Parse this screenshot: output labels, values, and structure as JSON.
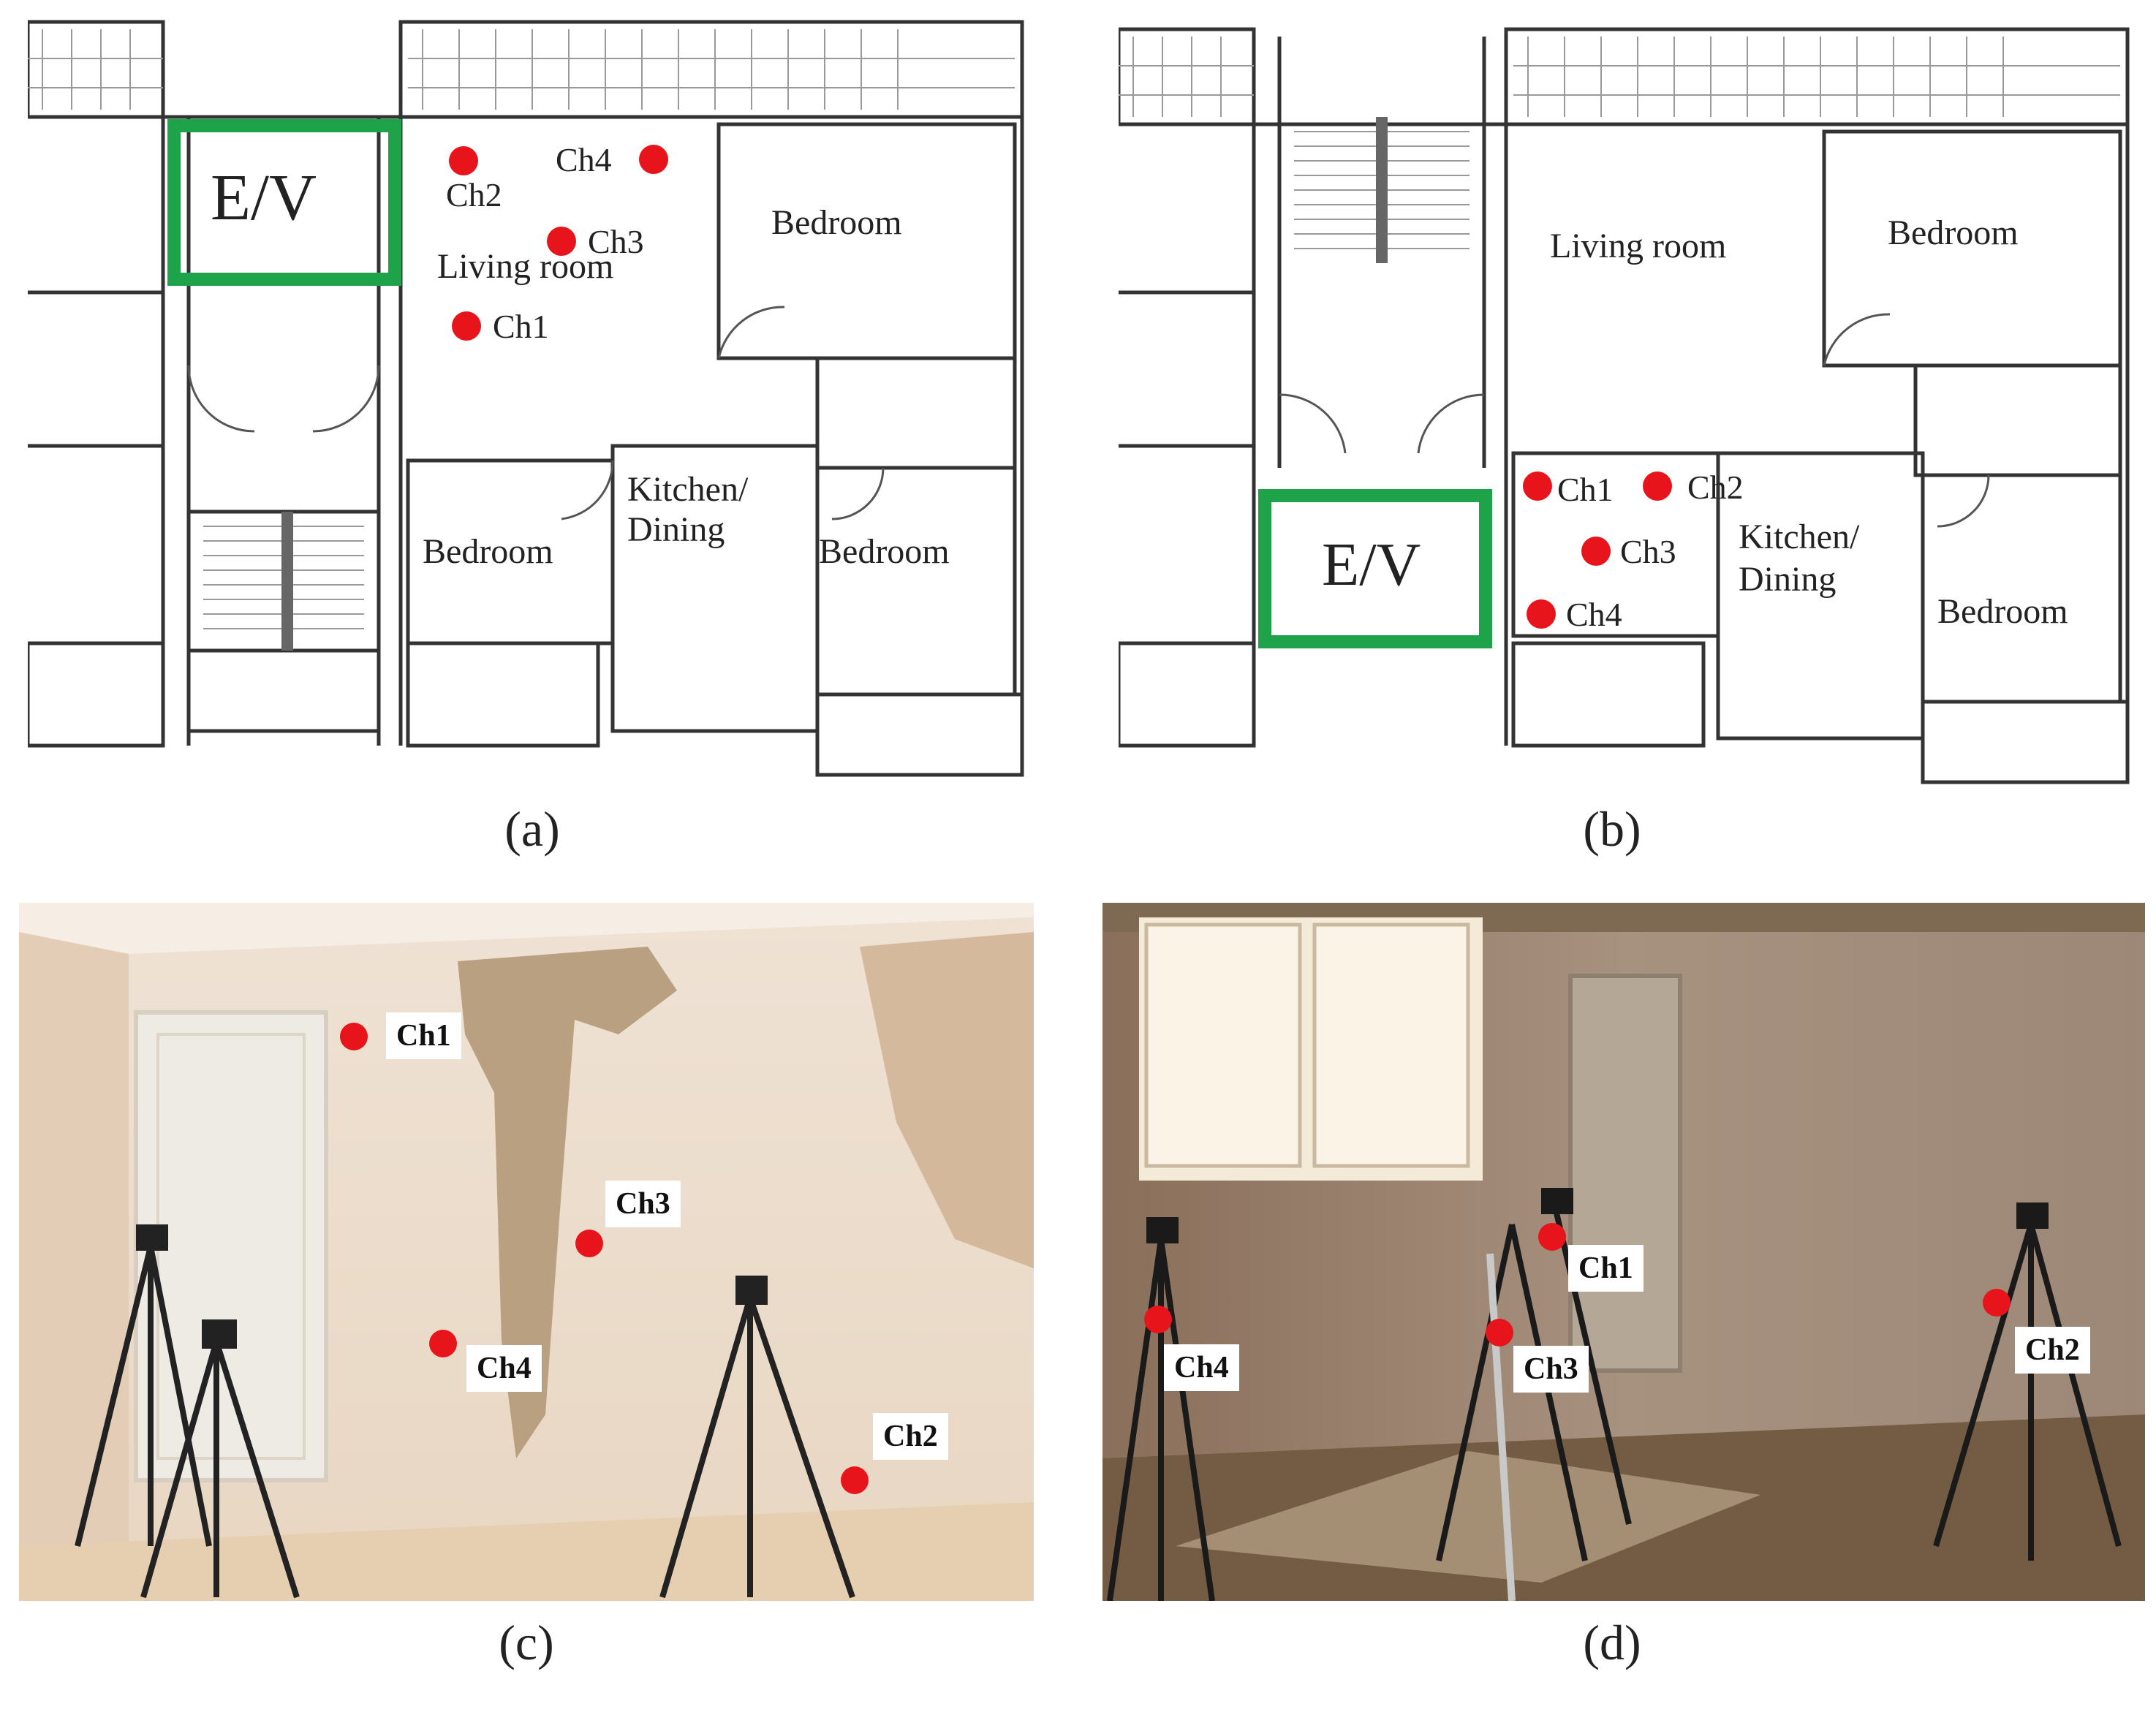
{
  "panels": {
    "a": {
      "caption": "(a)",
      "ev_label": "E/V",
      "rooms": {
        "living_room": "Living room",
        "bedroom_top": "Bedroom",
        "bedroom_left": "Bedroom",
        "bedroom_right": "Bedroom",
        "kitchen_line1": "Kitchen/",
        "kitchen_line2": "Dining"
      },
      "channels": {
        "ch1": "Ch1",
        "ch2": "Ch2",
        "ch3": "Ch3",
        "ch4": "Ch4"
      }
    },
    "b": {
      "caption": "(b)",
      "ev_label": "E/V",
      "rooms": {
        "living_room": "Living room",
        "bedroom_top": "Bedroom",
        "bedroom_right": "Bedroom",
        "kitchen_line1": "Kitchen/",
        "kitchen_line2": "Dining"
      },
      "channels": {
        "ch1": "Ch1",
        "ch2": "Ch2",
        "ch3": "Ch3",
        "ch4": "Ch4"
      }
    },
    "c": {
      "caption": "(c)",
      "channels": {
        "ch1": "Ch1",
        "ch2": "Ch2",
        "ch3": "Ch3",
        "ch4": "Ch4"
      }
    },
    "d": {
      "caption": "(d)",
      "channels": {
        "ch1": "Ch1",
        "ch2": "Ch2",
        "ch3": "Ch3",
        "ch4": "Ch4"
      }
    }
  },
  "colors": {
    "marker": "#e8141c",
    "ev_frame": "#1fa34a"
  }
}
